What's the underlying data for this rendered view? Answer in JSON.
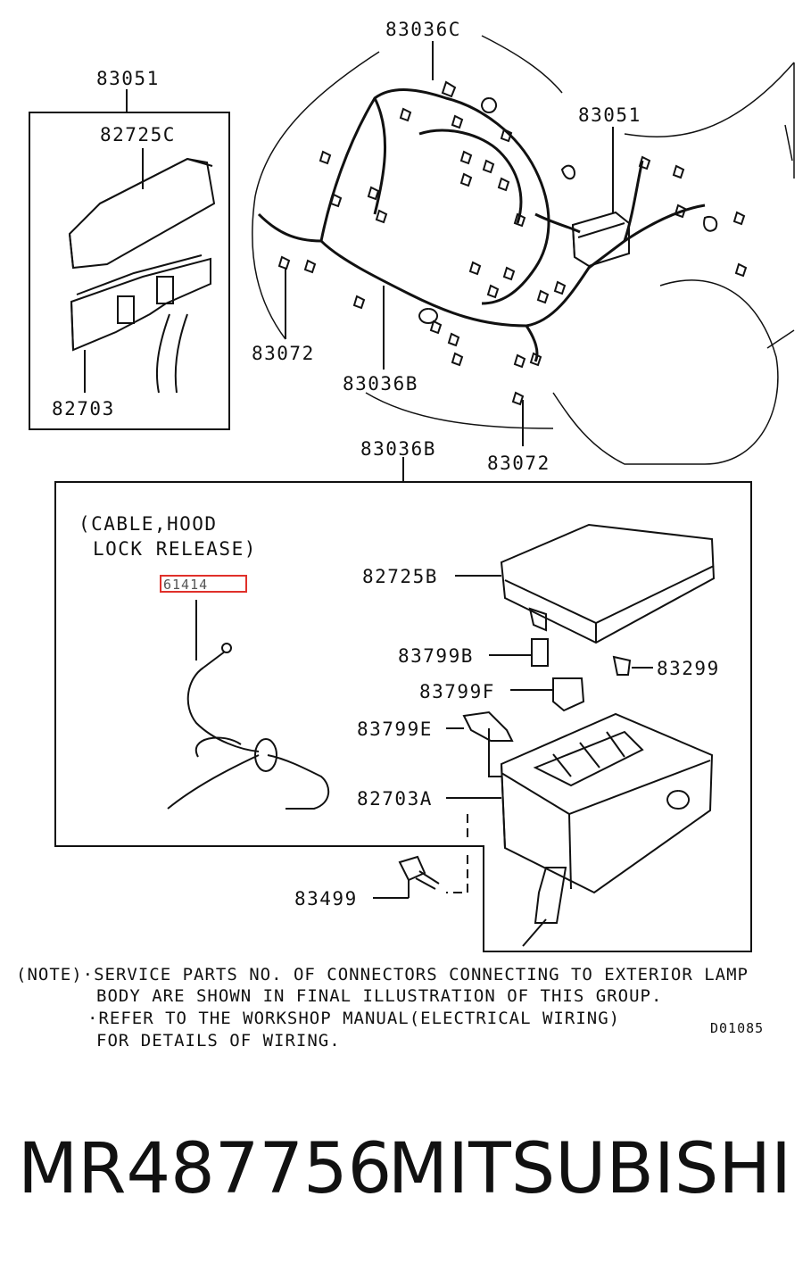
{
  "labels": {
    "top_left_group": "83051",
    "top_left_cover": "82725C",
    "top_left_box": "82703",
    "top_harness_c": "83036C",
    "top_right_group": "83051",
    "harness_b": "83036B",
    "connector_left": "83072",
    "connector_right": "83072",
    "inset_harness": "83036B",
    "inset_note_line1": "(CABLE,HOOD",
    "inset_note_line2": "LOCK RELEASE)",
    "cable_part": "61414",
    "cover_b": "82725B",
    "fuse_b": "83799B",
    "clip": "83299",
    "fuse_f": "83799F",
    "relay_e": "83799E",
    "box_a": "82703A",
    "bolt": "83499"
  },
  "note": {
    "line1": "(NOTE)·SERVICE PARTS NO. OF CONNECTORS CONNECTING TO EXTERIOR LAMP",
    "line2": "BODY ARE SHOWN IN FINAL ILLUSTRATION OF THIS GROUP.",
    "line3": "·REFER TO THE WORKSHOP MANUAL(ELECTRICAL WIRING)",
    "line4": "FOR DETAILS OF WIRING.",
    "diagram_code": "D01085"
  },
  "footer": {
    "part_number": "MR487756",
    "brand": "MITSUBISHI"
  },
  "colors": {
    "ink": "#111111",
    "highlight_box": "#e0302a"
  }
}
